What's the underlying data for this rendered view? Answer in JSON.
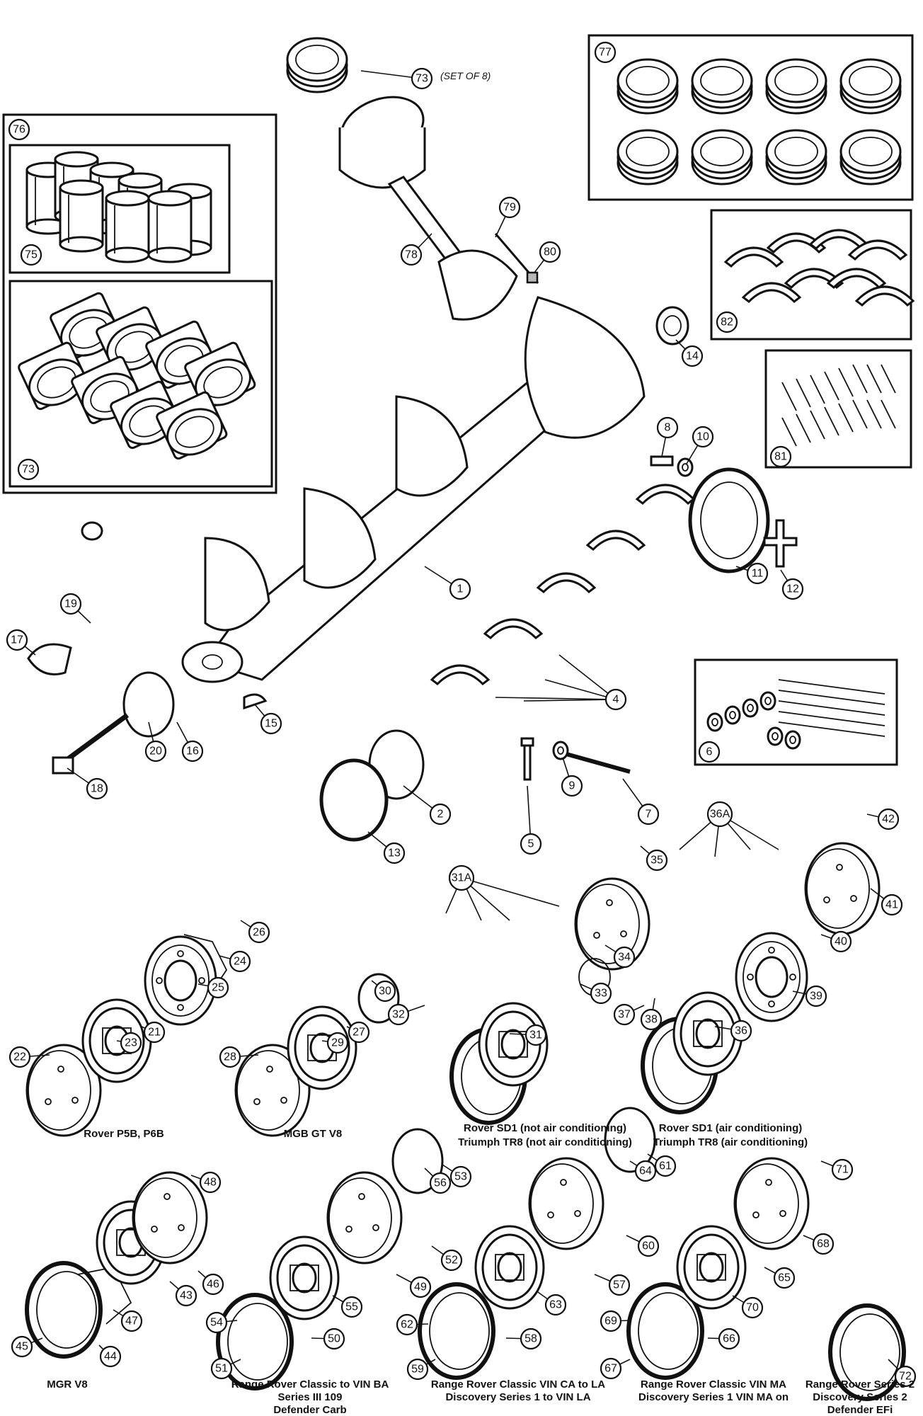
{
  "diagram": {
    "note": "(SET OF 8)",
    "callouts": [
      "73",
      "77",
      "76",
      "75",
      "73b",
      "79",
      "80",
      "78",
      "82",
      "14",
      "81",
      "8",
      "10",
      "11",
      "12",
      "1",
      "19",
      "17",
      "4",
      "6",
      "15",
      "20",
      "16",
      "18",
      "9",
      "7",
      "2",
      "13",
      "5",
      "36A",
      "42",
      "31A",
      "35",
      "41",
      "26",
      "24",
      "25",
      "34",
      "40",
      "30",
      "33",
      "39",
      "32",
      "31",
      "37",
      "38",
      "36",
      "22",
      "23",
      "21",
      "28",
      "29",
      "27",
      "48",
      "56",
      "53",
      "64",
      "61",
      "71",
      "46",
      "52",
      "60",
      "68",
      "43",
      "49",
      "57",
      "65",
      "47",
      "55",
      "63",
      "70",
      "54",
      "62",
      "69",
      "45",
      "50",
      "58",
      "66",
      "72",
      "44",
      "51",
      "59",
      "67"
    ],
    "captions": {
      "rover_p5b": "Rover P5B, P6B",
      "mgb": "MGB GT V8",
      "sd1_na_1": "Rover SD1 (not air conditioning)",
      "sd1_na_2": "Triumph TR8 (not air conditioning)",
      "sd1_ac_1": "Rover SD1 (air conditioning)",
      "sd1_ac_2": "Triumph TR8 (air conditioning)",
      "mgr": "MGR V8",
      "rrc_ba_1": "Range Rover Classic to VIN BA",
      "rrc_ba_2": "Series III 109",
      "rrc_ba_3": "Defender Carb",
      "rrc_ca_1": "Range Rover Classic VIN CA to LA",
      "rrc_ca_2": "Discovery Series 1 to VIN LA",
      "rrc_ma_1": "Range Rover Classic VIN MA",
      "rrc_ma_2": "Discovery Series 1 VIN MA on",
      "rr2_1": "Range Rover Series 2",
      "rr2_2": "Discovery Series 2",
      "rr2_3": "Defender EFi"
    }
  }
}
